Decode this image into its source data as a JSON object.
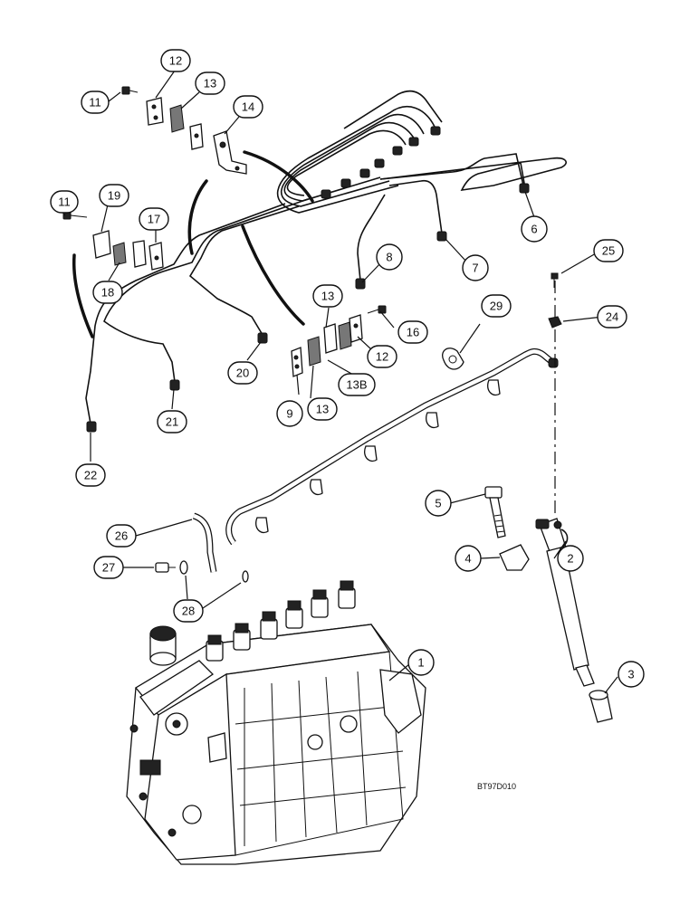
{
  "figure_code": "BT97D010",
  "callouts": [
    {
      "id": "c1",
      "label": "1"
    },
    {
      "id": "c2",
      "label": "2"
    },
    {
      "id": "c3",
      "label": "3"
    },
    {
      "id": "c4",
      "label": "4"
    },
    {
      "id": "c5",
      "label": "5"
    },
    {
      "id": "c6",
      "label": "6"
    },
    {
      "id": "c7",
      "label": "7"
    },
    {
      "id": "c8",
      "label": "8"
    },
    {
      "id": "c9",
      "label": "9"
    },
    {
      "id": "c11a",
      "label": "11"
    },
    {
      "id": "c11b",
      "label": "11"
    },
    {
      "id": "c12a",
      "label": "12"
    },
    {
      "id": "c12b",
      "label": "12"
    },
    {
      "id": "c13a",
      "label": "13"
    },
    {
      "id": "c13b",
      "label": "13"
    },
    {
      "id": "c13c",
      "label": "13"
    },
    {
      "id": "c13B",
      "label": "13B"
    },
    {
      "id": "c14",
      "label": "14"
    },
    {
      "id": "c16",
      "label": "16"
    },
    {
      "id": "c17",
      "label": "17"
    },
    {
      "id": "c18",
      "label": "18"
    },
    {
      "id": "c19",
      "label": "19"
    },
    {
      "id": "c20",
      "label": "20"
    },
    {
      "id": "c21",
      "label": "21"
    },
    {
      "id": "c22",
      "label": "22"
    },
    {
      "id": "c24",
      "label": "24"
    },
    {
      "id": "c25",
      "label": "25"
    },
    {
      "id": "c26",
      "label": "26"
    },
    {
      "id": "c27",
      "label": "27"
    },
    {
      "id": "c28",
      "label": "28"
    },
    {
      "id": "c29",
      "label": "29"
    }
  ]
}
